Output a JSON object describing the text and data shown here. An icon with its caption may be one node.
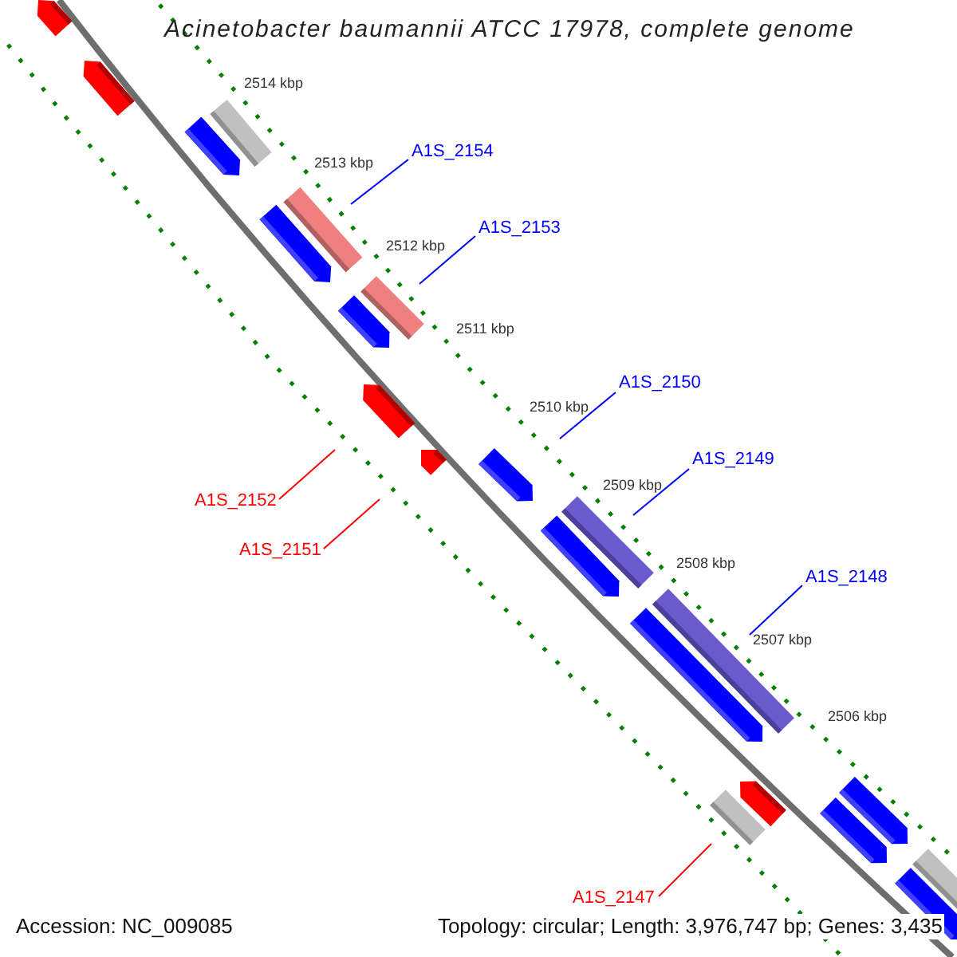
{
  "diagram": {
    "title": "Acinetobacter baumannii ATCC 17978, complete genome",
    "nodes": [
      {
        "text": [],
        "shape": "bar"
      },
      {
        "text": [],
        "shape": "bar"
      },
      {
        "text": [],
        "shape": "bar"
      },
      {
        "text": [],
        "shape": "bar"
      },
      {
        "text": [],
        "shape": "bar"
      },
      {
        "text": [],
        "shape": "bar"
      },
      {
        "text": [],
        "shape": "bar"
      },
      {
        "text": [],
        "shape": "bar"
      },
      {
        "text": [],
        "shape": "bar"
      },
      {
        "text": [],
        "shape": "bar"
      },
      {
        "text": [],
        "shape": "bar"
      },
      {
        "text": [],
        "shape": "bar"
      },
      {
        "text": [],
        "shape": "bar"
      },
      {
        "text": [],
        "shape": "bar"
      },
      {
        "text": [],
        "shape": "bar"
      },
      {
        "text": [],
        "shape": "bar"
      },
      {
        "text": [],
        "shape": "bar"
      },
      {
        "text": [],
        "shape": "bar"
      },
      {
        "text": [],
        "shape": "bar"
      },
      {
        "text": [],
        "shape": "bar"
      },
      {
        "text": [],
        "shape": "bar"
      },
      {
        "text": [
          "A1S_2154"
        ]
      },
      {
        "text": [
          "A1S_2153"
        ]
      },
      {
        "text": [
          "A1S_2150"
        ]
      },
      {
        "text": [
          "A1S_2149"
        ]
      },
      {
        "text": [
          "A1S_2152"
        ]
      },
      {
        "text": [
          "A1S_2151"
        ]
      },
      {
        "text": [
          "A1S_2148"
        ]
      },
      {
        "text": [
          "A1S_2147"
        ]
      }
    ],
    "edges": [
      {
        "from": 21,
        "to": 4,
        "arrow": "none"
      },
      {
        "from": 22,
        "to": 6,
        "arrow": "none"
      },
      {
        "from": 23,
        "to": 10,
        "arrow": "none"
      },
      {
        "from": 24,
        "to": 11,
        "arrow": "none"
      },
      {
        "from": 25,
        "to": 8,
        "arrow": "none",
        "color": "#ff0000"
      },
      {
        "from": 26,
        "to": 9,
        "arrow": "none",
        "color": "#ff0000"
      },
      {
        "from": 27,
        "to": 13,
        "arrow": "none"
      },
      {
        "from": 28,
        "to": 16,
        "arrow": "none",
        "color": "#ff0000"
      }
    ],
    "labels": [
      "2514 kbp",
      "2513 kbp",
      "2512 kbp",
      "2511 kbp",
      "2510 kbp",
      "2509 kbp",
      "2508 kbp",
      "2507 kbp",
      "2506 kbp",
      "Accession: NC_009085",
      "Topology: circular; Length: 3,976,747 bp; Genes: 3,435"
    ]
  }
}
